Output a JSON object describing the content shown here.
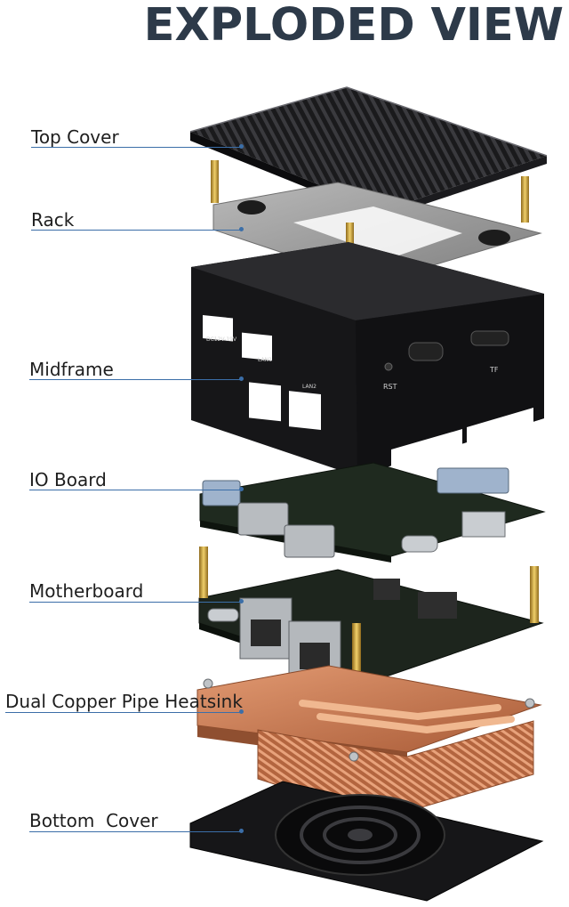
{
  "title": "EXPLODED VIEW",
  "parts": [
    {
      "id": "top-cover",
      "label": "Top Cover"
    },
    {
      "id": "rack",
      "label": "Rack"
    },
    {
      "id": "midframe",
      "label": "Midframe"
    },
    {
      "id": "io-board",
      "label": "IO Board"
    },
    {
      "id": "motherboard",
      "label": "Motherboard"
    },
    {
      "id": "heatsink",
      "label": "Dual Copper Pipe Heatsink"
    },
    {
      "id": "bottom-cover",
      "label": "Bottom  Cover"
    }
  ],
  "case_markings": {
    "dc_in": "DC12V-19V",
    "lan1": "LAN1",
    "lan2": "LAN2",
    "reset": "RST",
    "tf": "TF"
  },
  "colors": {
    "title": "#2d3a49",
    "leader": "#3b6ea8",
    "case": "#1b1b1d",
    "rack": "#9a9a9a",
    "pcb": "#1f2a1f",
    "copper": "#c97a52",
    "brass": "#c9a13a"
  }
}
